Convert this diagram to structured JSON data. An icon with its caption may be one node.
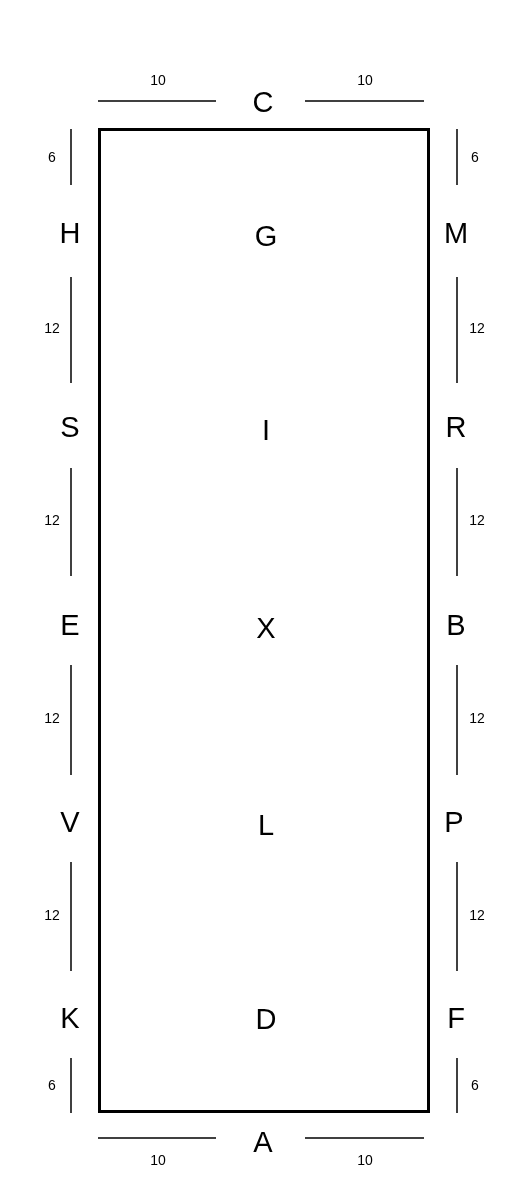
{
  "diagram": {
    "nodes": [
      {
        "text": [
          "G",
          "I",
          "X",
          "L",
          "D"
        ]
      }
    ],
    "edges": [],
    "labels": [
      "10",
      "10",
      "C",
      "6",
      "6",
      "H",
      "M",
      "12",
      "12",
      "S",
      "R",
      "12",
      "12",
      "E",
      "B",
      "12",
      "12",
      "V",
      "P",
      "12",
      "12",
      "K",
      "F",
      "6",
      "6",
      "A",
      "10",
      "10"
    ]
  }
}
